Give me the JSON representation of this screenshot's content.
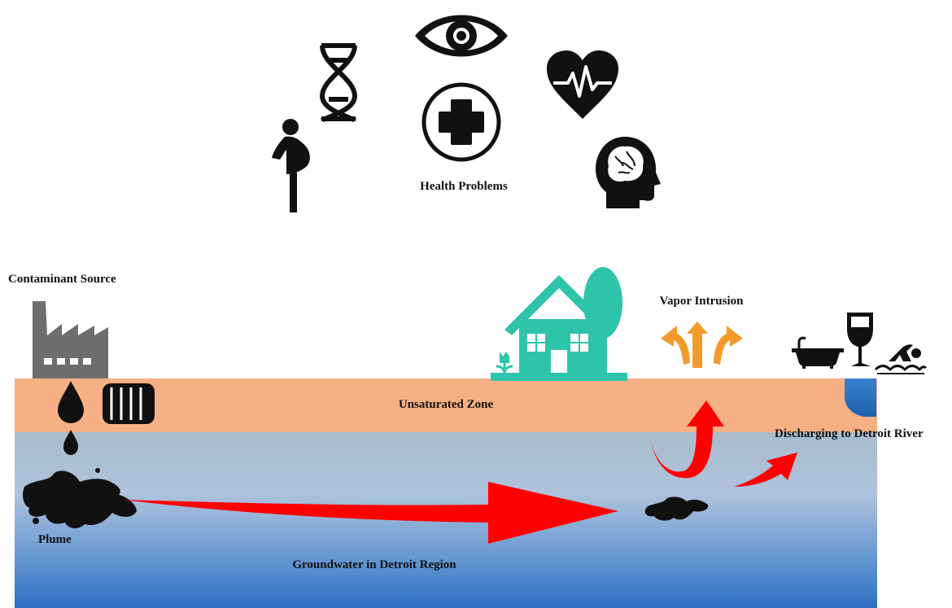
{
  "labels": {
    "health": "Health Problems",
    "source": "Contaminant Source",
    "vapor": "Vapor Intrusion",
    "unsaturated": "Unsaturated Zone",
    "discharge": "Discharging to Detroit River",
    "plume": "Plume",
    "groundwater": "Groundwater in Detroit Region"
  },
  "icons": {
    "health": [
      "pregnant-woman-icon",
      "dna-icon",
      "eye-icon",
      "medical-cross-icon",
      "heart-pulse-icon",
      "brain-head-icon"
    ],
    "surface": [
      "factory-icon",
      "drop-icon",
      "barrel-icon",
      "house-icon",
      "tree-icon",
      "bathtub-icon",
      "wine-glass-icon",
      "swimmer-icon"
    ]
  },
  "colors": {
    "unsaturated": "#f7b084",
    "groundwater_top": "#a4bcd0",
    "groundwater_bottom": "#2e74c4",
    "flow_arrow": "#ff0000",
    "vapor_arrow": "#f39b2a",
    "house": "#2ec4aa",
    "factory": "#6e6e6e",
    "river": "#2a6fc4"
  }
}
